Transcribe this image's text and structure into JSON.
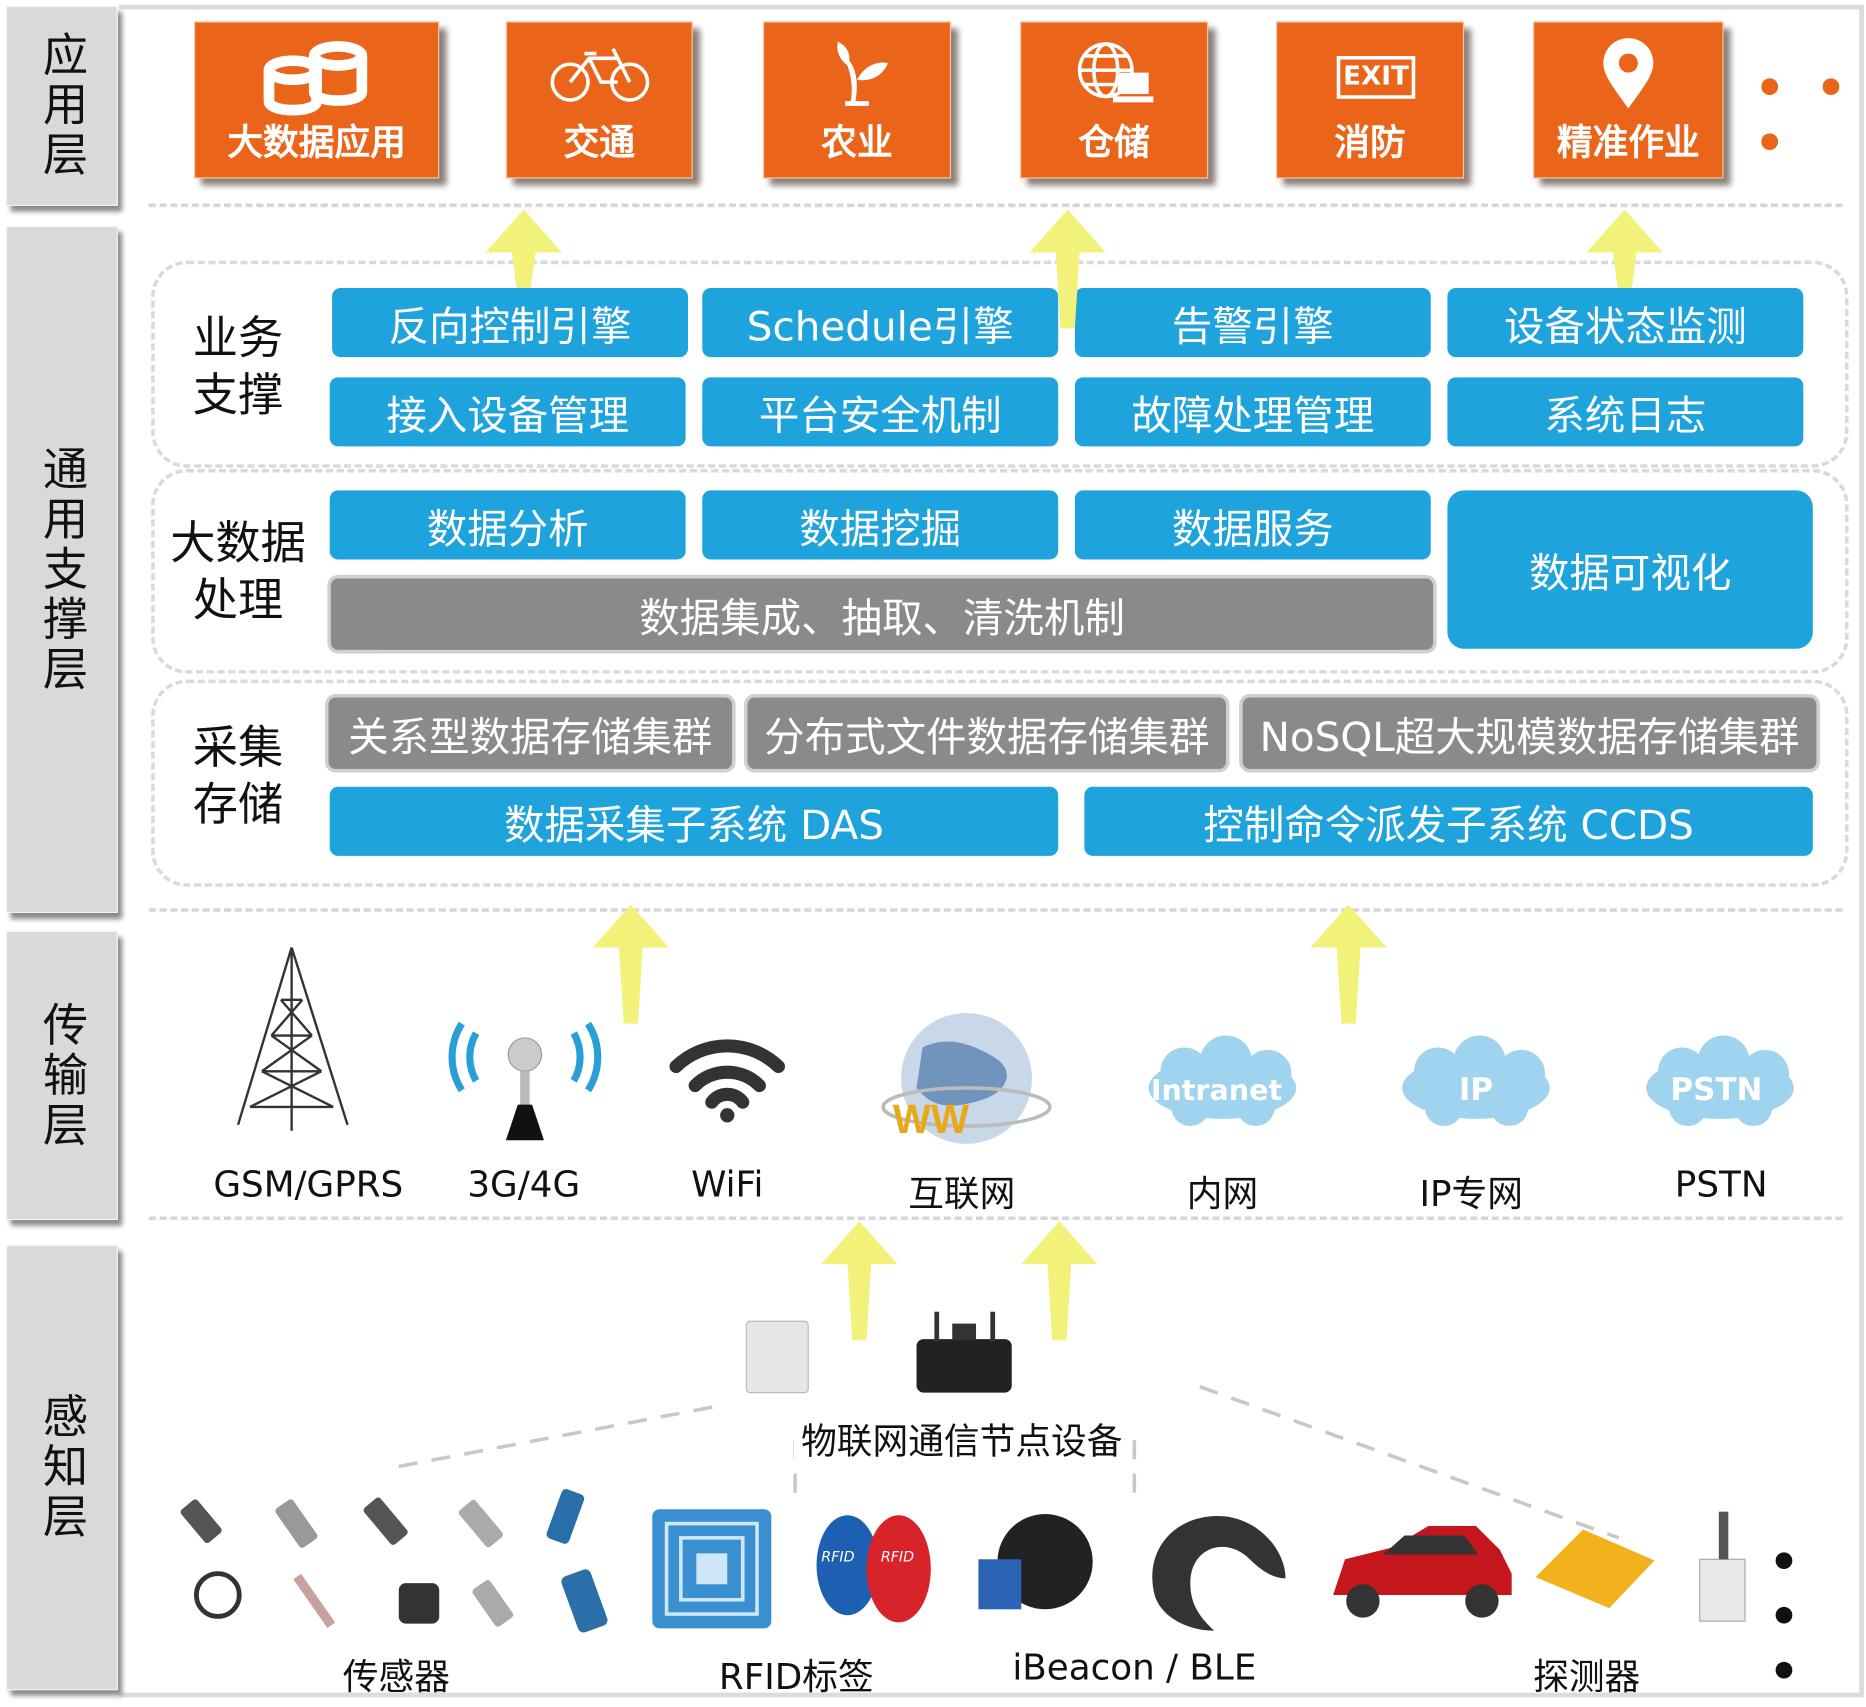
{
  "layers": [
    "应用层",
    "通用支撑层",
    "传输层",
    "感知层"
  ],
  "applications": [
    "大数据应用",
    "交通",
    "农业",
    "仓储",
    "消防",
    "精准作业"
  ],
  "application_icons": [
    "database-icon",
    "bicycle-icon",
    "sprout-icon",
    "globe-computer-icon",
    "exit-sign-icon",
    "location-pin-icon"
  ],
  "exit_sign_text": "EXIT",
  "more": "• • •",
  "business_support": {
    "label": "业务支撑",
    "items": [
      "反向控制引擎",
      "Schedule引擎",
      "告警引擎",
      "设备状态监测",
      "接入设备管理",
      "平台安全机制",
      "故障处理管理",
      "系统日志"
    ]
  },
  "big_data": {
    "label": "大数据处理",
    "items": [
      "数据分析",
      "数据挖掘",
      "数据服务"
    ],
    "visualization": "数据可视化",
    "integration": "数据集成、抽取、清洗机制"
  },
  "collection_storage": {
    "label": "采集存储",
    "storage": [
      "关系型数据存储集群",
      "分布式文件数据存储集群",
      "NoSQL超大规模数据存储集群"
    ],
    "subsystems": [
      "数据采集子系统 DAS",
      "控制命令派发子系统  CCDS"
    ]
  },
  "transport": {
    "items": [
      "GSM/GPRS",
      "3G/4G",
      "WiFi",
      "互联网",
      "内网",
      "IP专网",
      "PSTN"
    ],
    "clouds": [
      "Intranet",
      "IP",
      "PSTN"
    ],
    "globe_text": "WW"
  },
  "perception": {
    "node_label": "物联网通信节点设备",
    "items": [
      "传感器",
      "RFID标签",
      "iBeacon / BLE",
      "探测器"
    ],
    "rfid_text": "RFID"
  },
  "colors": {
    "orange": "#ea6419",
    "blue": "#1fa3dc",
    "gray": "#8a8a8a",
    "arrow": "#f2f27a",
    "cloud": "#9fd3ee"
  }
}
